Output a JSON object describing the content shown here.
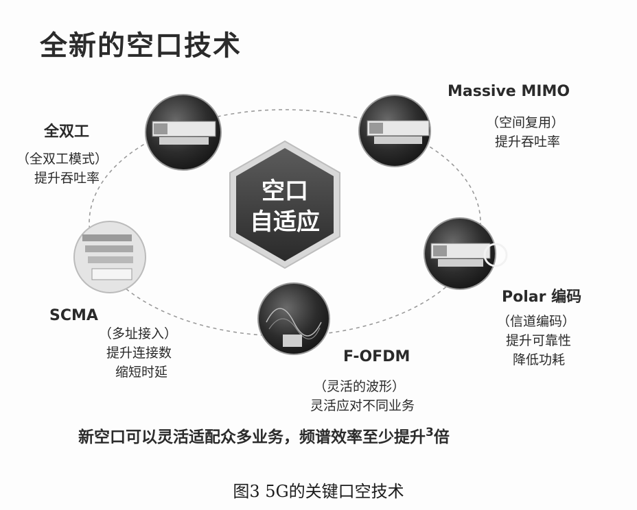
{
  "title": "全新的空口技术",
  "center": {
    "line1": "空口",
    "line2": "自适应"
  },
  "nodes": {
    "full_duplex": {
      "name": "全双工",
      "line1": "（全双工模式）",
      "line2": "提升吞吐率"
    },
    "massive_mimo": {
      "name": "Massive MIMO",
      "line1": "（空间复用）",
      "line2": "提升吞吐率"
    },
    "polar": {
      "name": "Polar 编码",
      "line1": "（信道编码）",
      "line2": "提升可靠性",
      "line3": "降低功耗"
    },
    "f_ofdm": {
      "name": "F-OFDM",
      "line1": "（灵活的波形）",
      "line2": "灵活应对不同业务"
    },
    "scma": {
      "name": "SCMA",
      "line1": "（多址接入）",
      "line2": "提升连接数",
      "line3": "缩短时延"
    }
  },
  "summary": {
    "text": "新空口可以灵活适配众多业务，频谱效率至少提升",
    "number": "3",
    "suffix": "倍"
  },
  "caption": "图3   5G的关键口空技术"
}
